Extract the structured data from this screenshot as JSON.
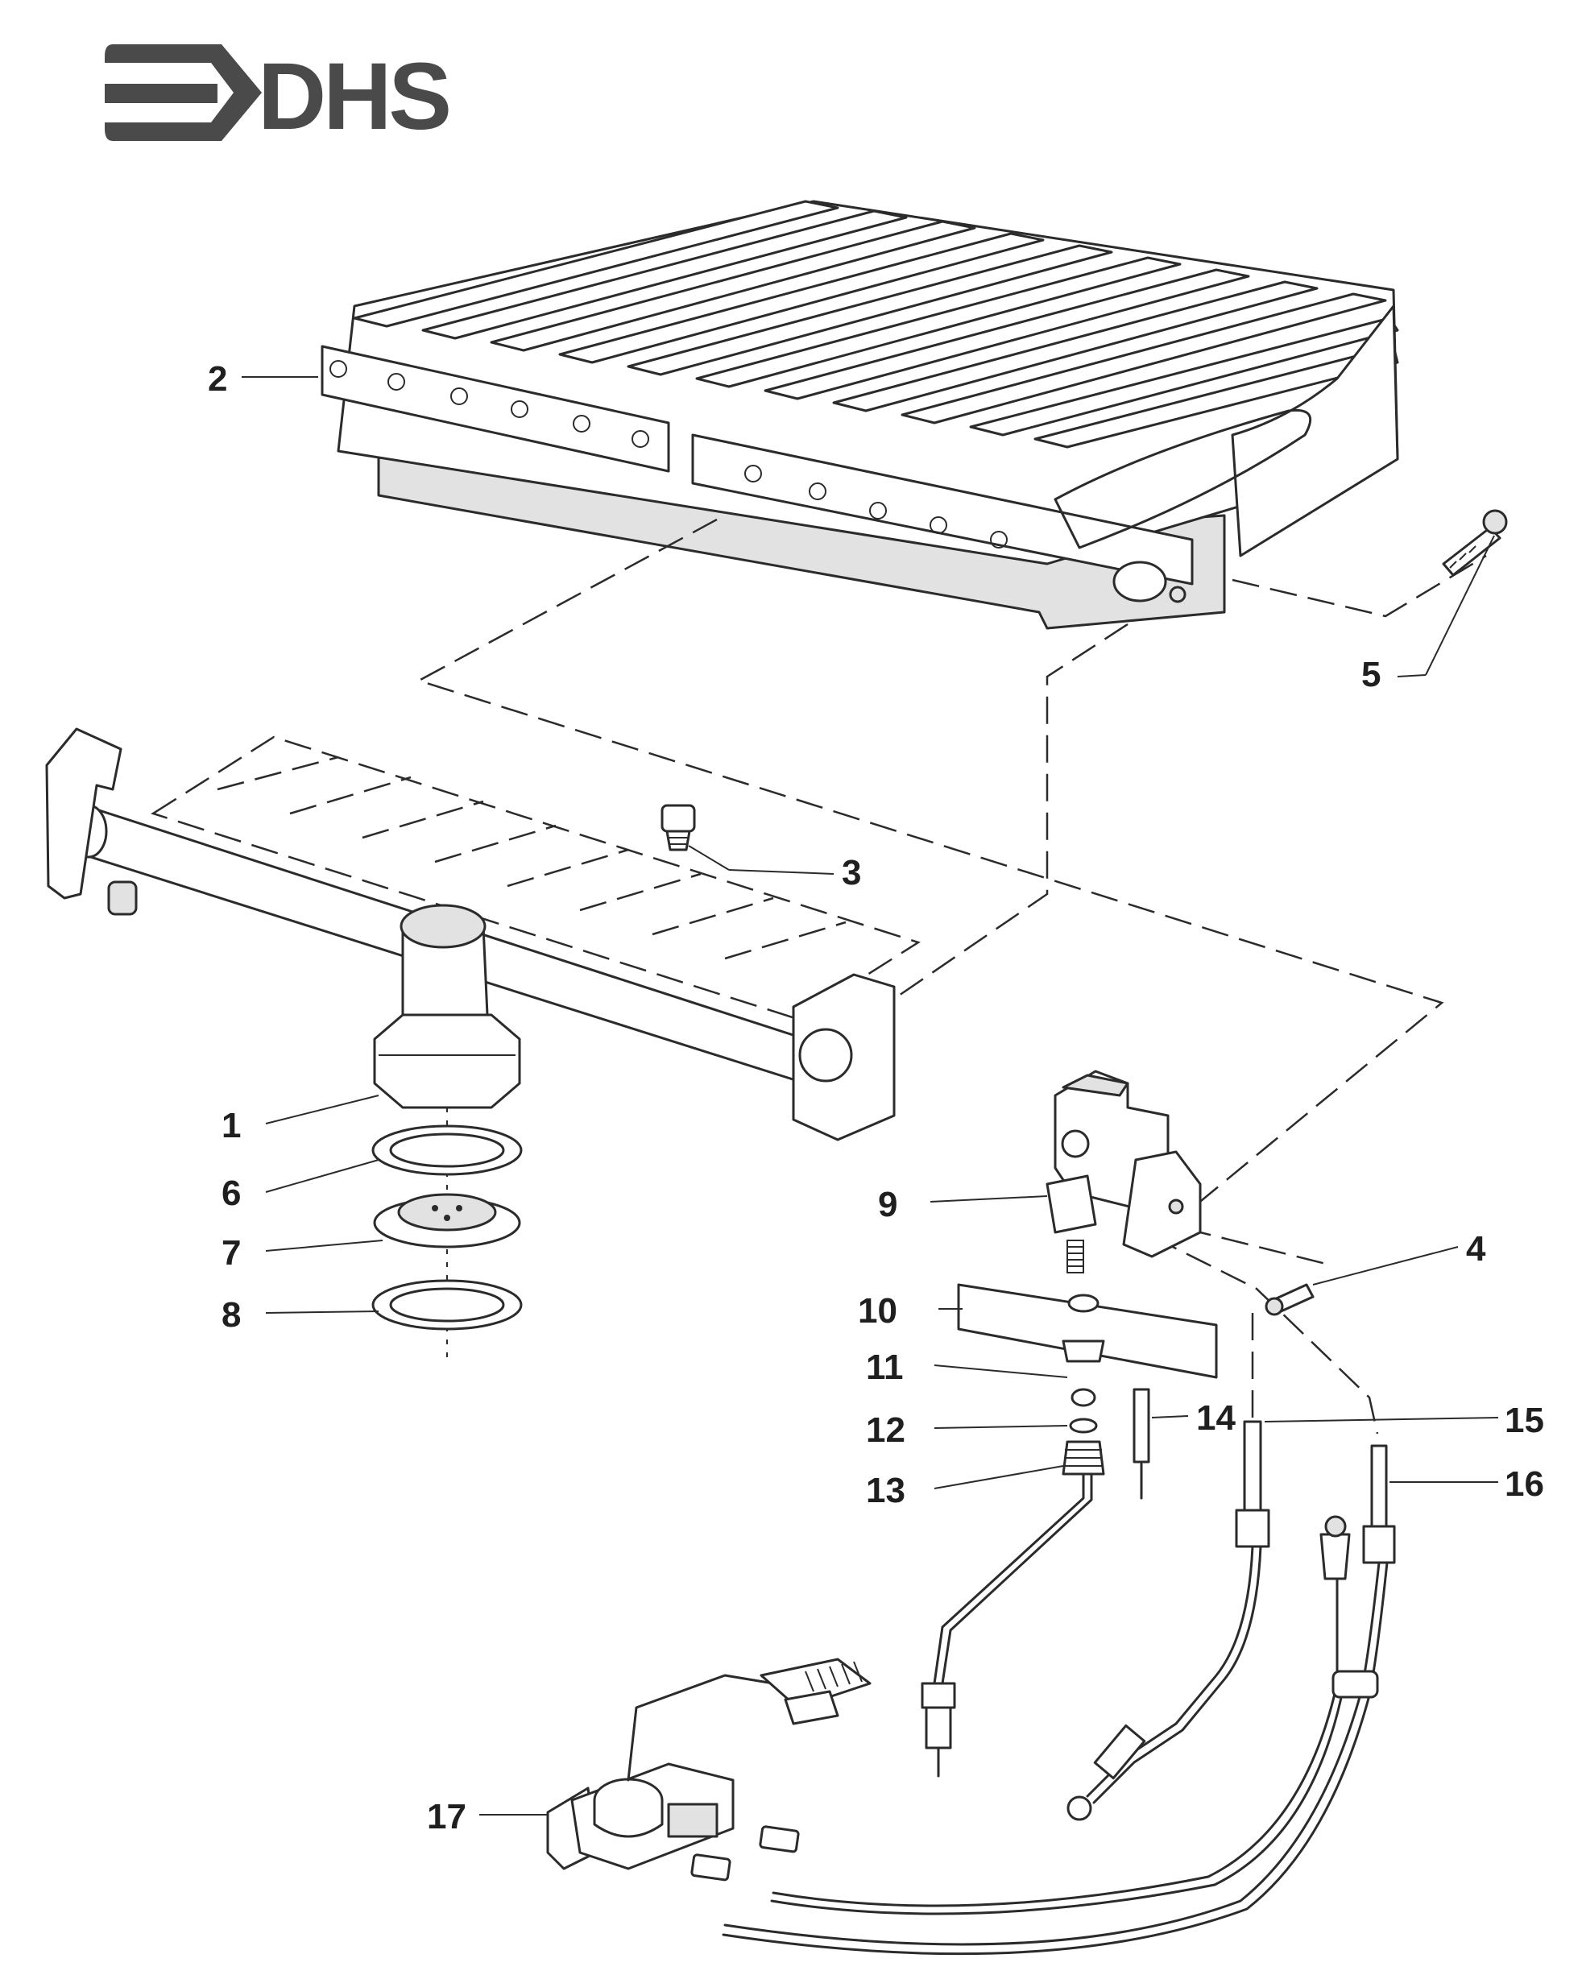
{
  "logo": {
    "text": "DHS"
  },
  "callouts": [
    {
      "id": "1",
      "label": "1"
    },
    {
      "id": "2",
      "label": "2"
    },
    {
      "id": "3",
      "label": "3"
    },
    {
      "id": "4",
      "label": "4"
    },
    {
      "id": "5",
      "label": "5"
    },
    {
      "id": "6",
      "label": "6"
    },
    {
      "id": "7",
      "label": "7"
    },
    {
      "id": "8",
      "label": "8"
    },
    {
      "id": "9",
      "label": "9"
    },
    {
      "id": "10",
      "label": "10"
    },
    {
      "id": "11",
      "label": "11"
    },
    {
      "id": "12",
      "label": "12"
    },
    {
      "id": "13",
      "label": "13"
    },
    {
      "id": "14",
      "label": "14"
    },
    {
      "id": "15",
      "label": "15"
    },
    {
      "id": "16",
      "label": "16"
    },
    {
      "id": "17",
      "label": "17"
    }
  ]
}
